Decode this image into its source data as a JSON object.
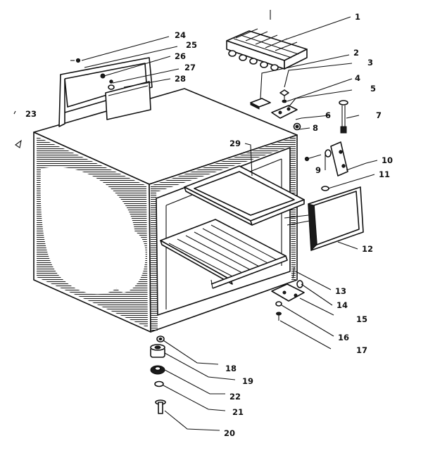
{
  "callouts": [
    {
      "label": "1"
    },
    {
      "label": "2"
    },
    {
      "label": "3"
    },
    {
      "label": "4"
    },
    {
      "label": "5"
    },
    {
      "label": "6"
    },
    {
      "label": "7"
    },
    {
      "label": "8"
    },
    {
      "label": "9"
    },
    {
      "label": "10"
    },
    {
      "label": "11"
    },
    {
      "label": "12"
    },
    {
      "label": "13"
    },
    {
      "label": "14"
    },
    {
      "label": "15"
    },
    {
      "label": "16"
    },
    {
      "label": "17"
    },
    {
      "label": "18"
    },
    {
      "label": "19"
    },
    {
      "label": "20"
    },
    {
      "label": "21"
    },
    {
      "label": "22"
    },
    {
      "label": "23"
    },
    {
      "label": "24"
    },
    {
      "label": "25"
    },
    {
      "label": "26"
    },
    {
      "label": "27"
    },
    {
      "label": "28"
    },
    {
      "label": "29"
    }
  ]
}
